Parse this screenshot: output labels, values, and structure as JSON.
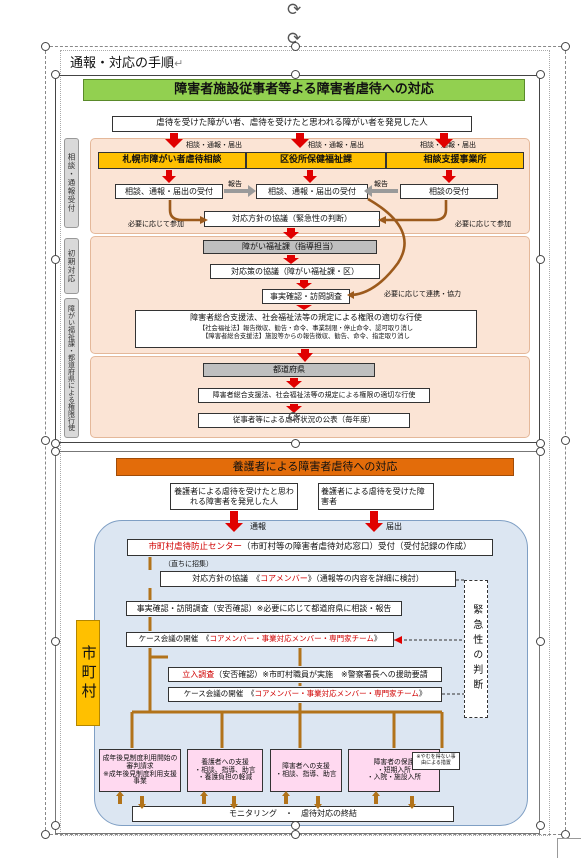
{
  "doc": {
    "heading": "通報・対応の手順",
    "return_mark": "↵"
  },
  "section1": {
    "title": "障害者施設従事者等よる障害者虐待への対応",
    "colors": {
      "title_bg": "#92d050",
      "band_bg": "#fbe4d5",
      "gray": "#bfbfbf",
      "orange": "#ffc000",
      "arrow": "#e00000",
      "brown": "#9c5a1c"
    },
    "discoverer": "虐待を受けた障がい者、虐待を受けたと思われる障がい者を発見した人",
    "side_labels": [
      "相談・通報受付",
      "初期対応",
      "障がい福祉課・都道府県による権限行使"
    ],
    "report_labels": [
      "相談・通報・届出",
      "相談・通報・届出",
      "相談・通報・届出"
    ],
    "offices": [
      "札幌市障がい者虐待相談",
      "区役所保健福祉課",
      "相談支援事業所"
    ],
    "receive": [
      "相談、通報・届出の受付",
      "相談、通報・届出の受付",
      "相談の受付"
    ],
    "report_word": "報告",
    "participate": "必要に応じて参加",
    "policy": "対応方針の協議（緊急性の判断）",
    "welfare_dept": "障がい福祉課（指導担当）",
    "measures": "対応策の協議（障がい福祉課・区）",
    "fact_check": "事実確認・訪問調査",
    "cooperation": "必要に応じて連携・協力",
    "powers_title": "障害者総合支援法、社会福祉法等の規定による権限の適切な行使",
    "powers_detail1": "【社会福祉法】報告徴収、勧告・命令、事業制限・停止命令、認可取り消し",
    "powers_detail2": "【障害者総合支援法】施設等からの報告徴収、勧告、命令、指定取り消し",
    "prefecture": "都道府県",
    "pref_powers": "障害者総合支援法、社会福祉法等の規定による権限の適切な行使",
    "publication": "従事者等による虐待状況の公表（毎年度）"
  },
  "section2": {
    "title": "養護者による障害者虐待への対応",
    "colors": {
      "title_bg": "#e36c0a",
      "panel_bg": "#dce6f2",
      "brown": "#b2731a",
      "yellow": "#ffc000",
      "pink": "#ffd9f0",
      "arrow": "#e00000"
    },
    "discoverer": "養護者による虐待を受けたと思われる障害者を発見した人",
    "victim": "養護者による虐待を受けた障害者",
    "report_labels": [
      "通報",
      "届出"
    ],
    "center": {
      "red": "市町村虐待防止センター",
      "rest": "（市町村等の障害者虐待対応窓口）受付（受付記録の作成）"
    },
    "convene": "（直ちに招集）",
    "policy": {
      "pre": "対応方針の協議　《",
      "red": "コアメンバー",
      "post": "》（通報等の内容を詳細に検討）"
    },
    "fact_check": "事実確認・訪問調査（安否確認）※必要に応じて都道府県に相談・報告",
    "case1": {
      "pre": "ケース会議の開催　《",
      "red": "コアメンバー・事業対応メンバー・専門家チーム",
      "post": "》"
    },
    "onsite": {
      "red": "立入調査",
      "rest": "（安否確認）※市町村職員が実施　※警察署長への援助要請"
    },
    "case2": {
      "pre": "ケース会議の開催　《",
      "red": "コアメンバー・事業対応メンバー・専門家チーム",
      "post": "》"
    },
    "municipality": "市町村",
    "urgency": "緊急性の判断",
    "support": [
      "成年後見制度利用開始の審判請求\n※成年後見制度利用支援事業",
      "養護者への支援\n・相談、指導、助言\n・養護負担の軽減",
      "障害者への支援\n・相談、指導、助言",
      "障害者の保護\n・短期入所\n・入院・施設入所"
    ],
    "unavoidable": "※やむを得ない事由による措置",
    "monitoring": "モニタリング　・　虐待対応の終結"
  }
}
